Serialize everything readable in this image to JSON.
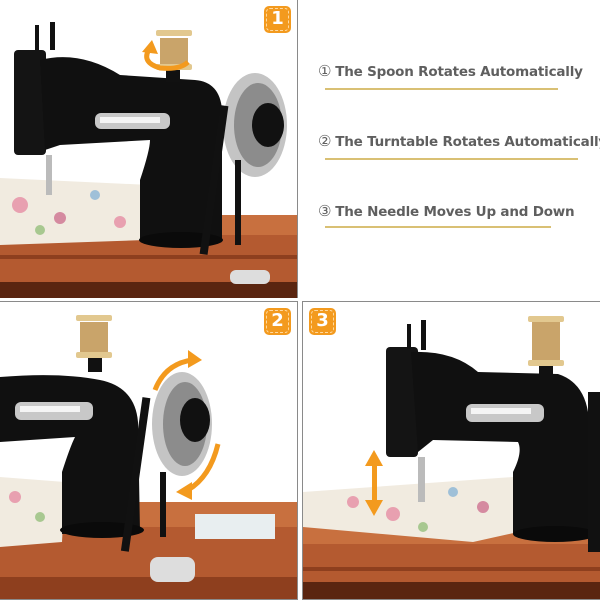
{
  "panels": [
    {
      "badge": "1",
      "caption": "Sewing machine with spool rotation arrow"
    },
    {
      "badge": "2",
      "caption": "Sewing machine with turntable rotation arrows"
    },
    {
      "badge": "3",
      "caption": "Sewing machine with needle up-down arrow"
    }
  ],
  "features": [
    {
      "number": "①",
      "label": "The Spoon Rotates Automatically"
    },
    {
      "number": "②",
      "label": "The Turntable Rotates Automatically"
    },
    {
      "number": "③",
      "label": "The Needle Moves Up and Down"
    }
  ],
  "colors": {
    "badge": "#f39a1e",
    "arrow": "#f39a1e",
    "underline": "#d9c074",
    "text": "#5f5f5f",
    "border": "#8a8a8a",
    "wood": "#a0522d",
    "machine": "#111111"
  }
}
